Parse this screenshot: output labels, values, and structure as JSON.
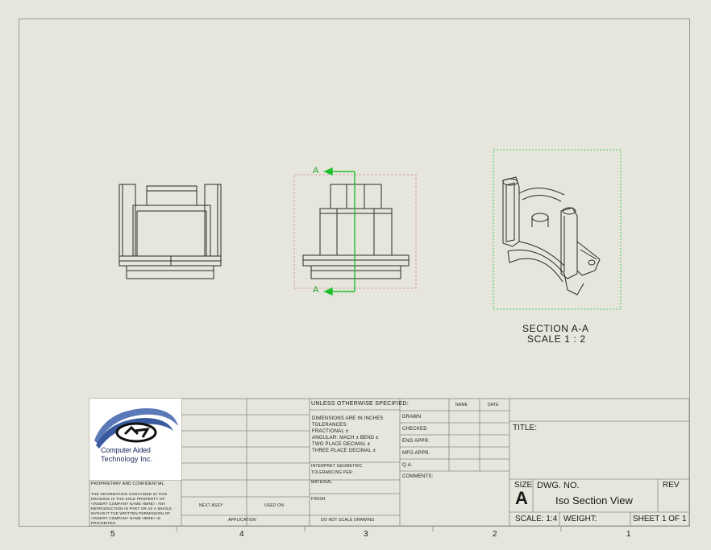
{
  "section_label": {
    "line1": "SECTION A-A",
    "line2": "SCALE 1 : 2"
  },
  "section_markers": {
    "top": "A",
    "bottom": "A"
  },
  "logo": {
    "name_line1": "Computer Aided",
    "name_line2": "Technology Inc."
  },
  "zones": [
    "5",
    "4",
    "3",
    "2",
    "1"
  ],
  "title_block": {
    "tolerances_header": "UNLESS OTHERWISE SPECIFIED:",
    "tolerances_lines": [
      "DIMENSIONS ARE IN INCHES",
      "TOLERANCES:",
      "FRACTIONAL ±",
      "ANGULAR: MACH ±    BEND ±",
      "TWO PLACE DECIMAL    ±",
      "THREE PLACE DECIMAL   ±"
    ],
    "interpret_line1": "INTERPRET GEOMETRIC",
    "interpret_line2": "TOLERANCING PER:",
    "material": "MATERIAL",
    "finish": "FINISH",
    "do_not_scale": "DO NOT SCALE DRAWING",
    "name_header": "NAME",
    "date_header": "DATE",
    "approval_rows": [
      "DRAWN",
      "CHECKED",
      "ENG APPR.",
      "MFG APPR.",
      "Q.A.",
      "COMMENTS:"
    ],
    "next_assy": "NEXT ASSY",
    "used_on": "USED ON",
    "application": "APPLICATION",
    "proprietary_header": "PROPRIETARY AND CONFIDENTIAL",
    "proprietary_text": [
      "THE INFORMATION CONTAINED IN THIS",
      "DRAWING IS THE SOLE PROPERTY OF",
      "<INSERT COMPANY NAME HERE>. ANY",
      "REPRODUCTION IN PART OR AS A WHOLE",
      "WITHOUT THE WRITTEN PERMISSION OF",
      "<INSERT COMPANY NAME HERE> IS",
      "PROHIBITED."
    ],
    "title_label": "TITLE:",
    "size_label": "SIZE",
    "size_value": "A",
    "dwg_no_label": "DWG.  NO.",
    "dwg_no_value": "Iso Section View",
    "rev_label": "REV",
    "scale": "SCALE: 1:4",
    "weight": "WEIGHT:",
    "sheet": "SHEET 1 OF 1"
  }
}
